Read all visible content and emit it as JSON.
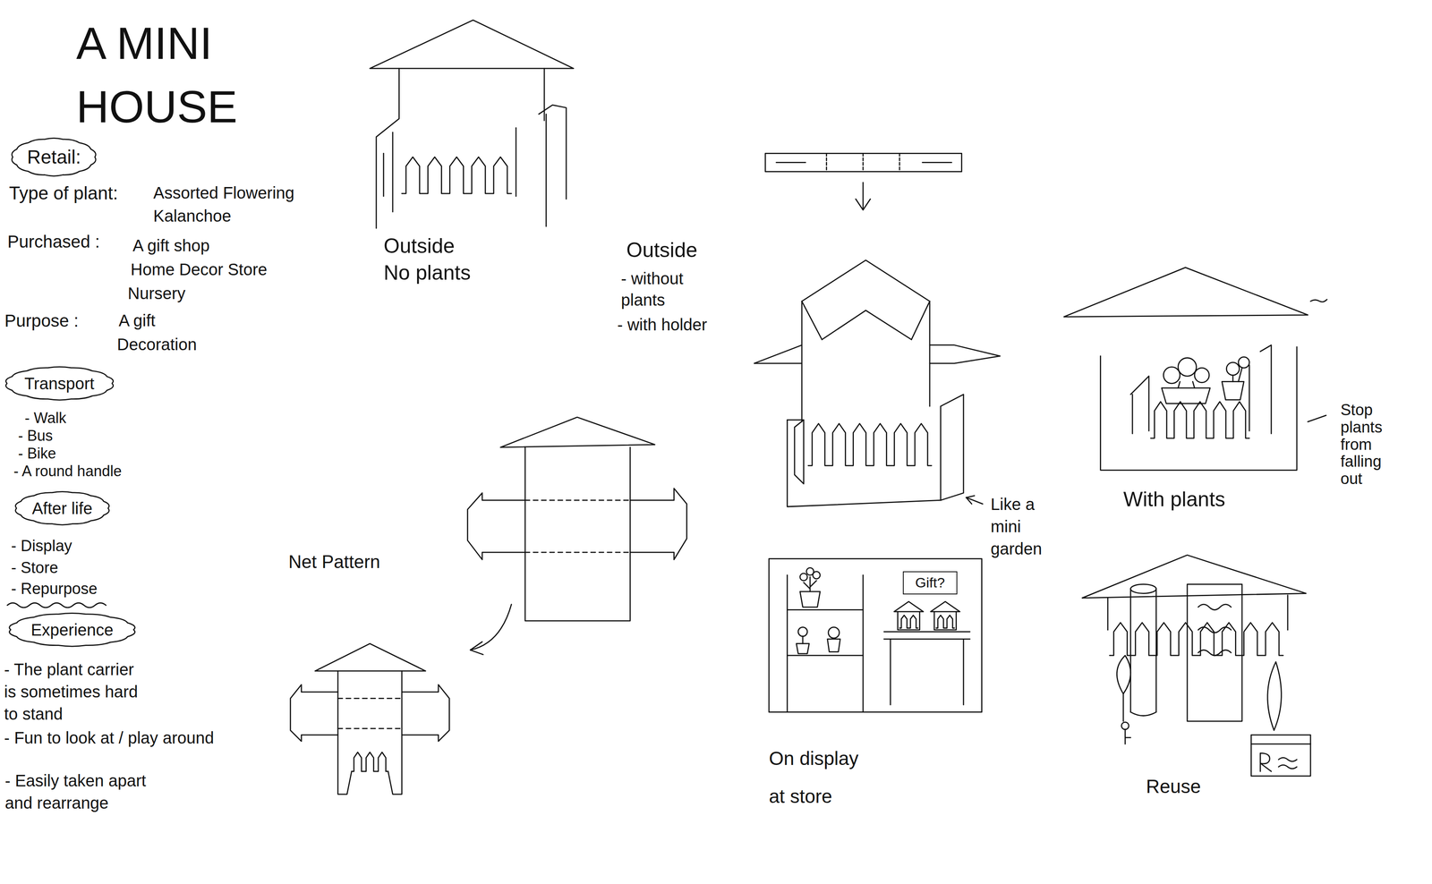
{
  "diagram": {
    "title": "A MINI HOUSE",
    "nodes": [
      {
        "text": [
          "Retail:"
        ]
      },
      {
        "text": [
          "Transport"
        ]
      },
      {
        "text": [
          "After life"
        ]
      },
      {
        "text": [
          "Experience"
        ]
      },
      {
        "text": [
          "Gift?"
        ]
      }
    ],
    "labels": [
      "Type of plant:",
      "Assorted Flowering Kalanchoe",
      "Purchased :",
      "A gift shop",
      "Home Decor Store",
      "Nursery",
      "Purpose :",
      "A gift",
      "Decoration",
      "- Walk",
      "- Bus",
      "- Bike",
      "- A round handle",
      "- Display",
      "- Store",
      "- Repurpose",
      "- The plant carrier is sometimes hard to stand",
      "- Fun to look at / play around",
      "- Easily taken apart and rearrange",
      "Outside No plants",
      "Outside",
      "- without plants",
      "- with holder",
      "Like a mini garden",
      "With plants",
      "Stop plants from falling out",
      "Net Pattern",
      "On display at store",
      "Reuse"
    ]
  }
}
